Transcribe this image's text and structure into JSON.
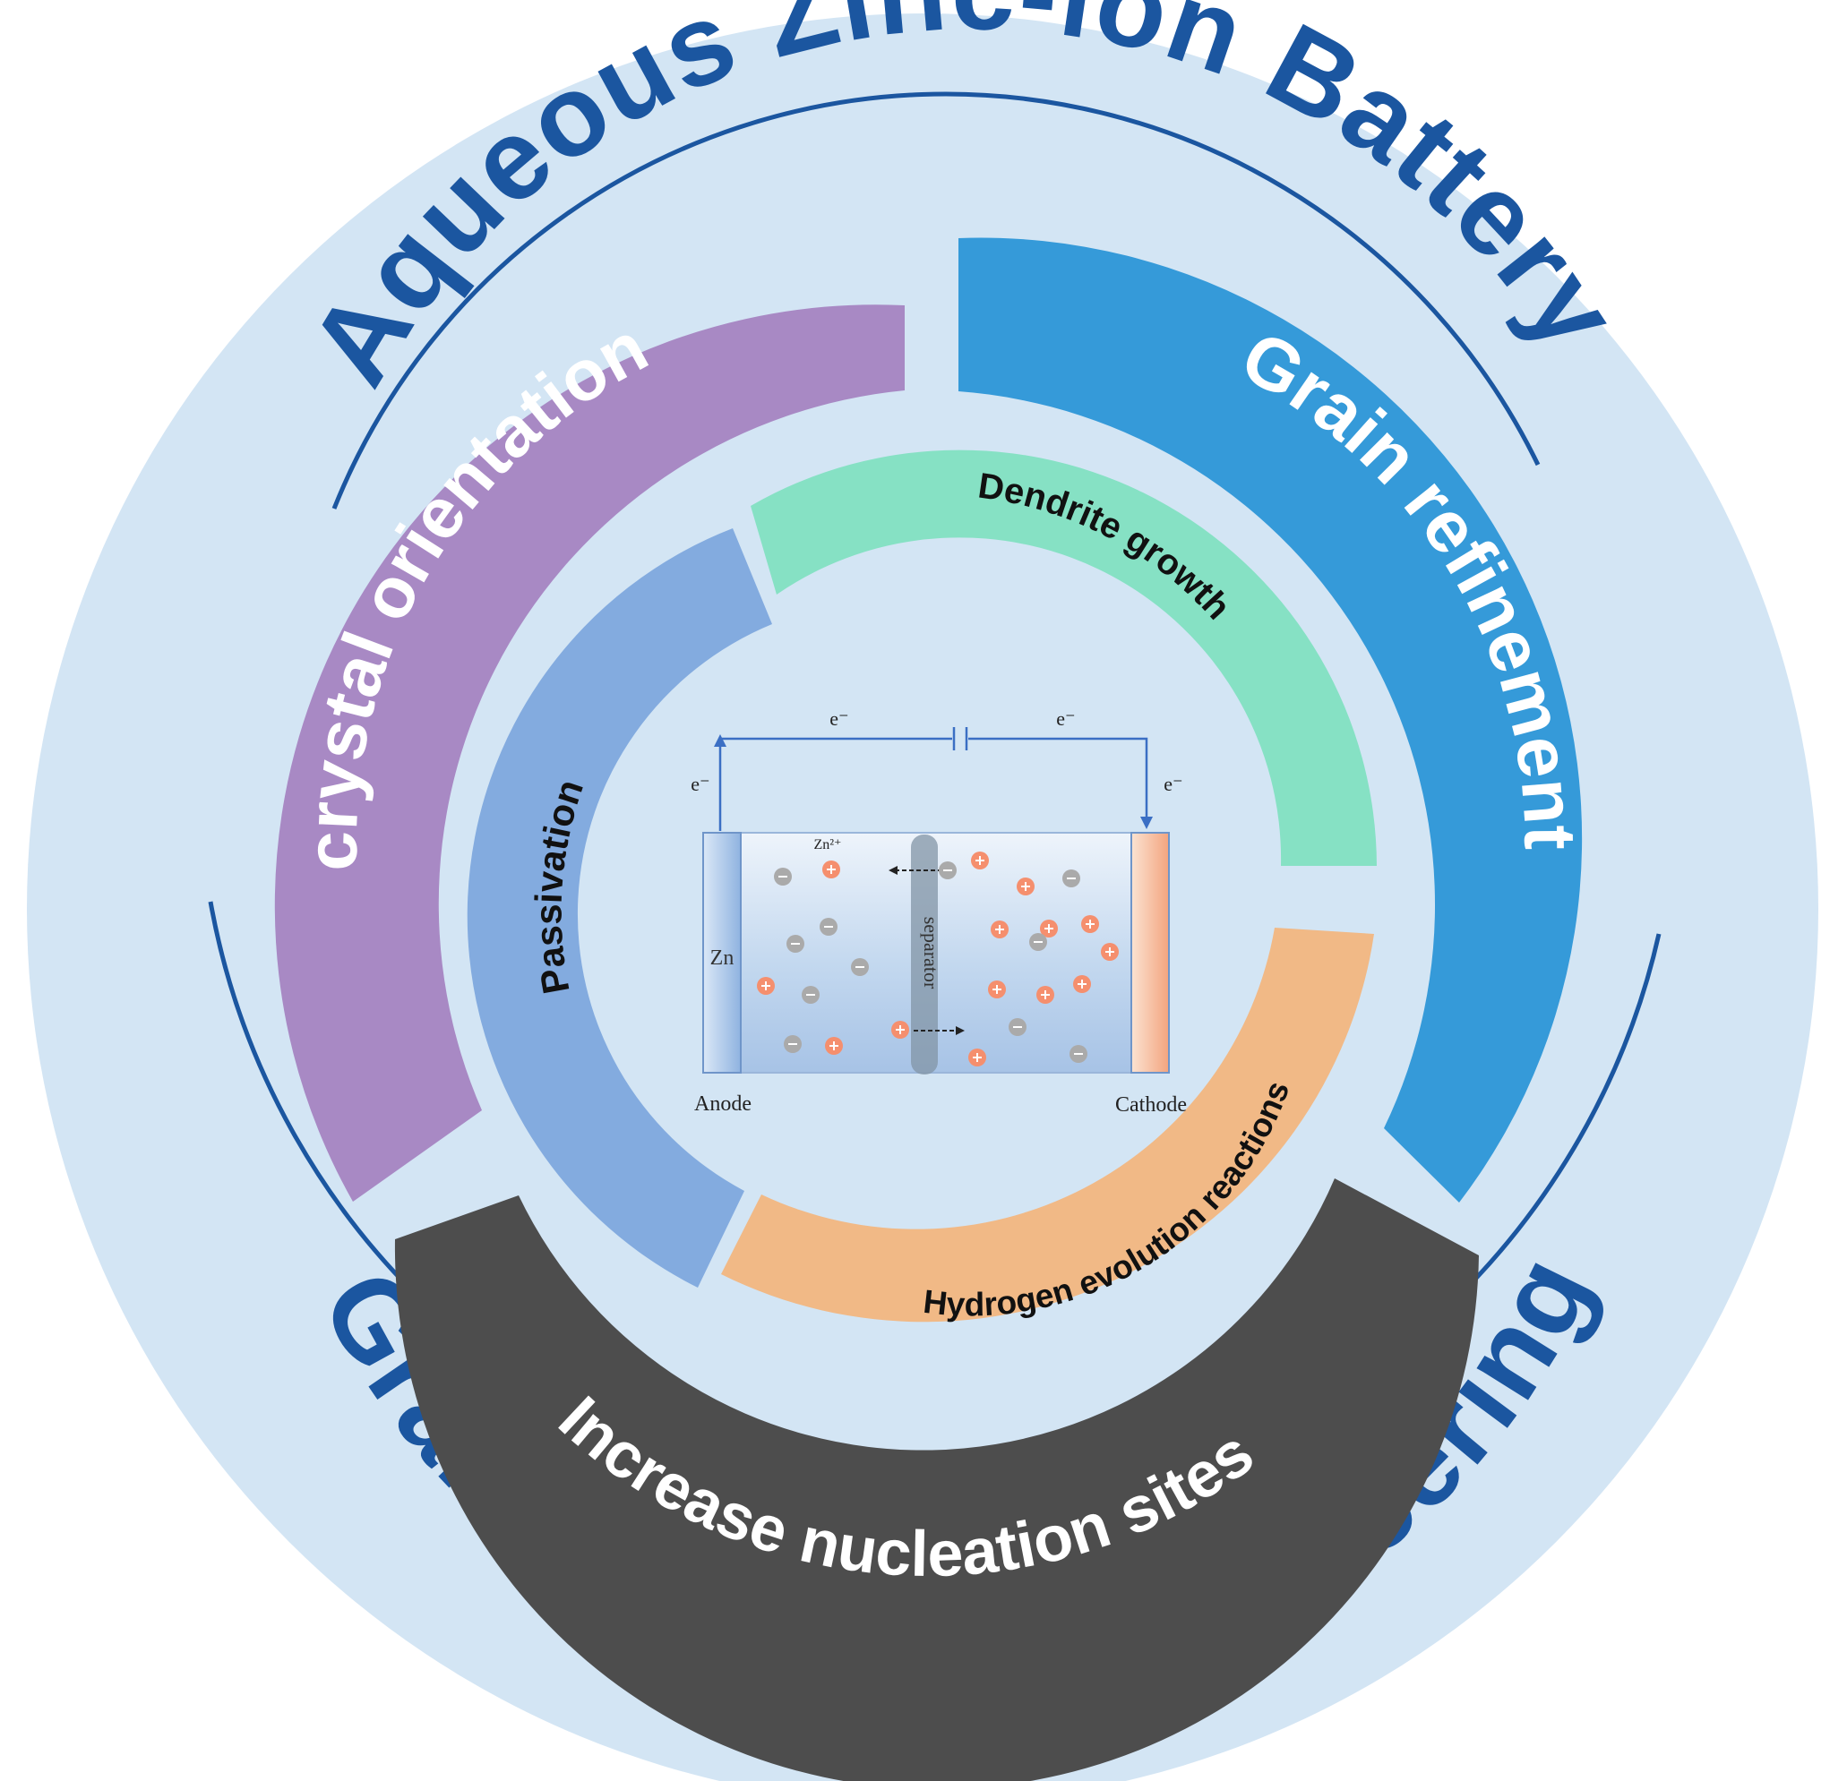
{
  "outer_ring": {
    "top_title": "Aqueous Zinc-ion Battery",
    "bottom_title": "Grain boundary engineering"
  },
  "strategies": {
    "crystal_orientation": "crystal orientation",
    "grain_refinement": "Grain refinement",
    "nucleation": "Increase nucleation sites"
  },
  "problems": {
    "dendrite": "Dendrite growth",
    "passivation": "Passivation",
    "her": "Hydrogen evolution reactions"
  },
  "battery": {
    "electron": "e⁻",
    "zn_ion": "Zn²⁺",
    "anode_material": "Zn",
    "separator": "separator",
    "anode_label": "Anode",
    "cathode_label": "Cathode"
  },
  "colors": {
    "outer_disk": "#d3e5f4",
    "title_blue": "#1b56a0",
    "purple": "#a889c4",
    "blue": "#359ad9",
    "dark": "#4d4d4d",
    "green": "#86e1c4",
    "slate_blue": "#83abdf",
    "orange": "#f1b986",
    "cation": "#f58f6e",
    "anion": "#aaaaaa"
  }
}
